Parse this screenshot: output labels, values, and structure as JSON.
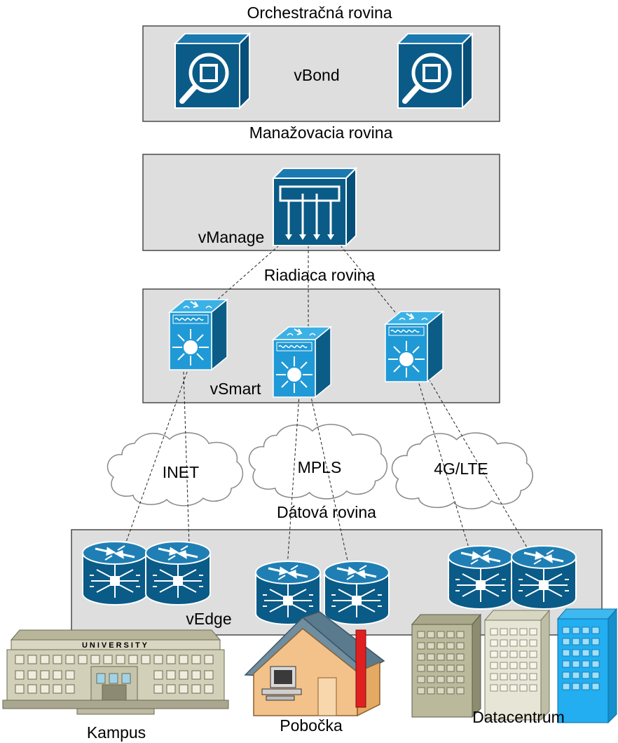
{
  "planes": {
    "orchestration": "Orchestračná rovina",
    "management": "Manažovacia rovina",
    "control": "Riadiaca rovina",
    "data": "Dátová rovina"
  },
  "devices": {
    "vbond": "vBond",
    "vmanage": "vManage",
    "vsmart": "vSmart",
    "vedge": "vEdge"
  },
  "transports": {
    "inet": "INET",
    "mpls": "MPLS",
    "lte": "4G/LTE"
  },
  "sites": {
    "campus": "Kampus",
    "campus_sign": "UNIVERSITY",
    "branch": "Pobočka",
    "datacenter": "Datacentrum"
  },
  "colors": {
    "plane_fill": "#dedede",
    "cisco_dark": "#0a5b87",
    "cisco_light": "#1f9ad6",
    "cloud_fill": "#ffffff"
  },
  "icons": {
    "vbond": "vbond-icon",
    "vmanage": "vmanage-icon",
    "vsmart": "layer3-switch-icon",
    "vedge": "router-icon",
    "campus": "university-building-icon",
    "branch": "house-icon",
    "datacenter": "office-buildings-icon"
  }
}
